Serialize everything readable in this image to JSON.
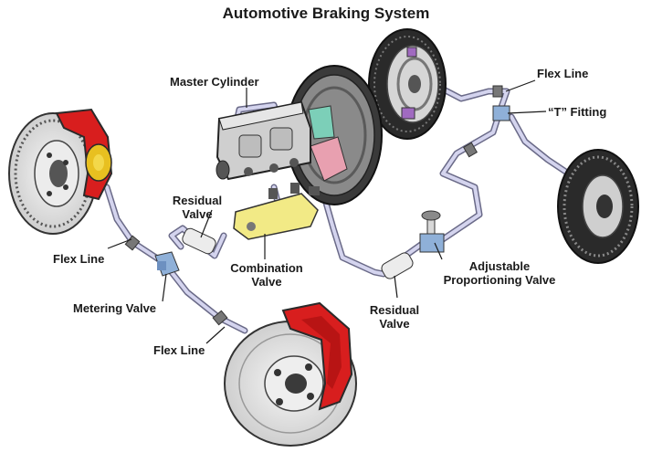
{
  "title": "Automotive Braking System",
  "labels": {
    "master_cylinder": "Master Cylinder",
    "flex_line_front_left": "Flex Line",
    "flex_line_front_right": "Flex Line",
    "flex_line_rear": "Flex Line",
    "t_fitting": "“T” Fitting",
    "residual_valve_front": "Residual Valve",
    "combination_valve": "Combination Valve",
    "metering_valve": "Metering Valve",
    "residual_valve_rear": "Residual Valve",
    "adjustable_proportioning_valve": "Adjustable Proportioning Valve"
  },
  "colors": {
    "caliper": "#d81e1e",
    "brake_line": "#c9c9e6",
    "combination_valve": "#f2ea86",
    "valve_block": "#8fb0d8",
    "rotor": "#e4e4e4",
    "drum": "#2a2a2a",
    "booster": "#3a3a3a"
  }
}
